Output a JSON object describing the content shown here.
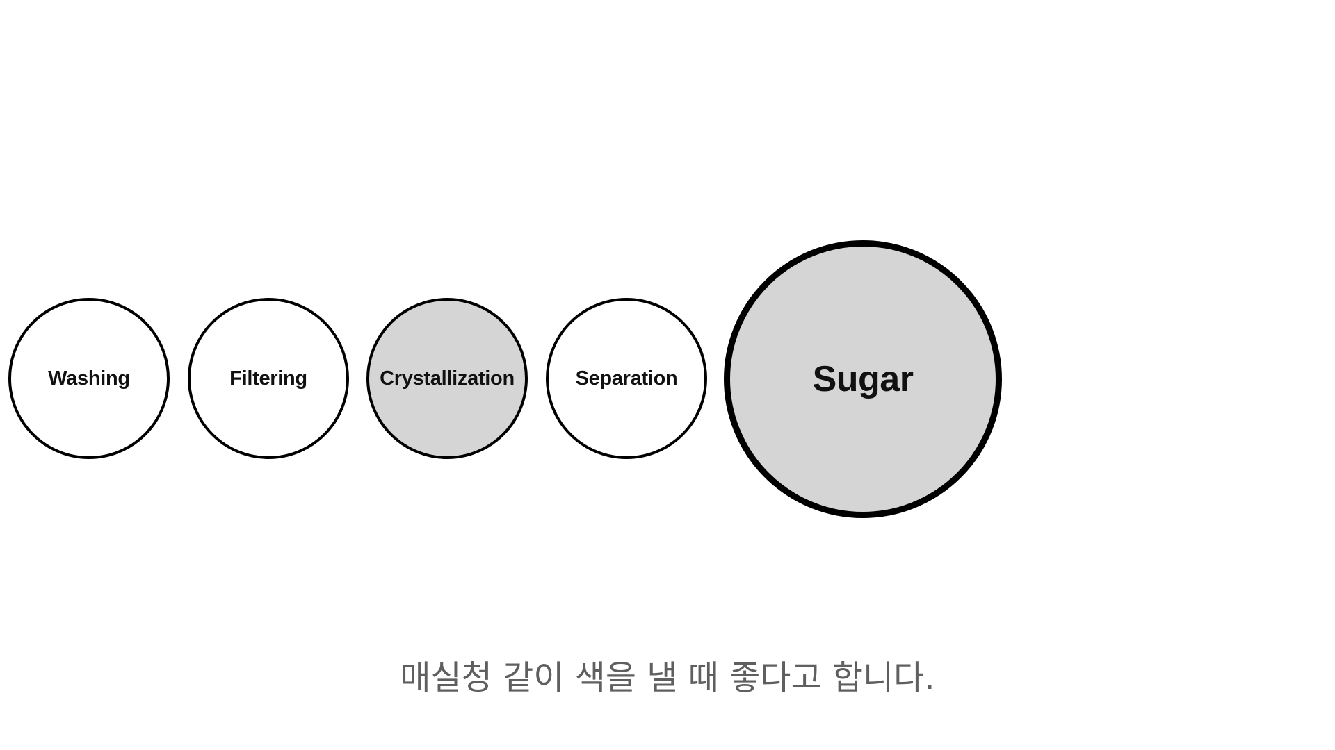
{
  "diagram": {
    "steps": [
      {
        "label": "Washing",
        "fill": "#ffffff",
        "highlighted": false
      },
      {
        "label": "Filtering",
        "fill": "#ffffff",
        "highlighted": false
      },
      {
        "label": "Crystallization",
        "fill": "#d5d5d5",
        "highlighted": true
      },
      {
        "label": "Separation",
        "fill": "#ffffff",
        "highlighted": false
      }
    ],
    "result": {
      "label": "Sugar",
      "fill": "#d5d5d5"
    },
    "outline_color": "#000000"
  },
  "caption": {
    "text": "매실청 같이 색을 낼 때 좋다고 합니다.",
    "color": "#5f5f5f"
  }
}
